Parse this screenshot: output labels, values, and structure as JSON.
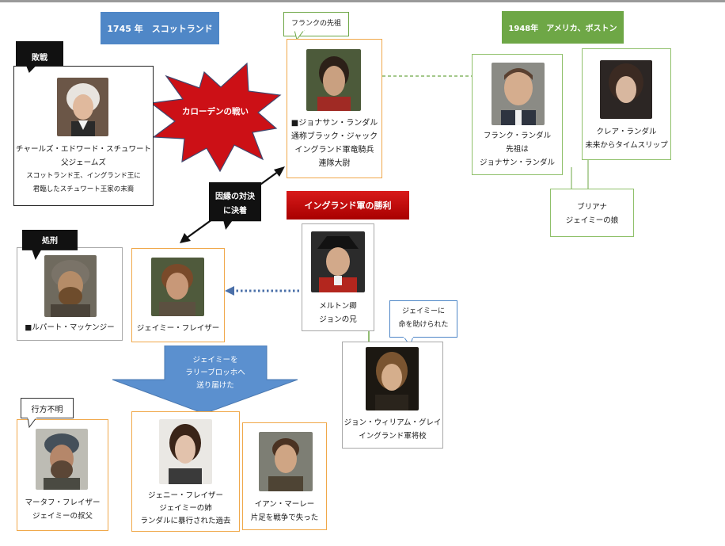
{
  "headers": {
    "scotland_1745": "1745 年　スコットランド",
    "boston_1948": "1948年　アメリカ、ボストン",
    "english_victory": "イングランド軍の勝利"
  },
  "labels": {
    "defeat": "敗戦",
    "culloden": "カローデンの戦い",
    "execution": "処刑",
    "missing": "行方不明",
    "frank_ancestor": "フランクの先祖",
    "fated_duel": [
      "因縁の対決",
      "に決着"
    ],
    "jamie_saved": [
      "ジェイミーに",
      "命を助けられた"
    ],
    "jamie_delivered": [
      "ジェイミーを",
      "ラリーブロッホへ",
      "送り届けた"
    ]
  },
  "characters": {
    "charles": [
      "チャールズ・エドワード・スチュワート",
      "父ジェームズ",
      "スコットランド王、イングランド王に",
      "君臨したスチュワート王家の末裔"
    ],
    "jonathan": [
      "■ジョナサン・ランダル",
      "通称ブラック・ジャック",
      "イングランド軍竜騎兵",
      "連隊大尉"
    ],
    "frank": [
      "フランク・ランダル",
      "先祖は",
      "ジョナサン・ランダル"
    ],
    "claire": [
      "クレア・ランダル",
      "未来からタイムスリップ"
    ],
    "brianna": [
      "ブリアナ",
      "ジェイミーの娘"
    ],
    "rupert": [
      "■ルパート・マッケンジー"
    ],
    "jamie": [
      "ジェイミー・フレイザー"
    ],
    "melton": [
      "メルトン卿",
      "ジョンの兄"
    ],
    "john_grey": [
      "ジョン・ウィリアム・グレイ",
      "イングランド軍将校"
    ],
    "murtagh": [
      "マータフ・フレイザー",
      "ジェイミーの叔父"
    ],
    "jenny": [
      "ジェニー・フレイザー",
      "ジェイミーの姉",
      "ランダルに暴行された過去"
    ],
    "ian": [
      "イアン・マーレー",
      "片足を戦争で失った"
    ]
  },
  "colors": {
    "header_blue": "#4f87c7",
    "header_green": "#6ea746",
    "explosion_red": "#cc1016",
    "arrow_blue": "#5b90cf",
    "victory_red": "#c00000",
    "dotted_arrow": "#4a6fa8",
    "dashed_green": "#6ea746"
  }
}
